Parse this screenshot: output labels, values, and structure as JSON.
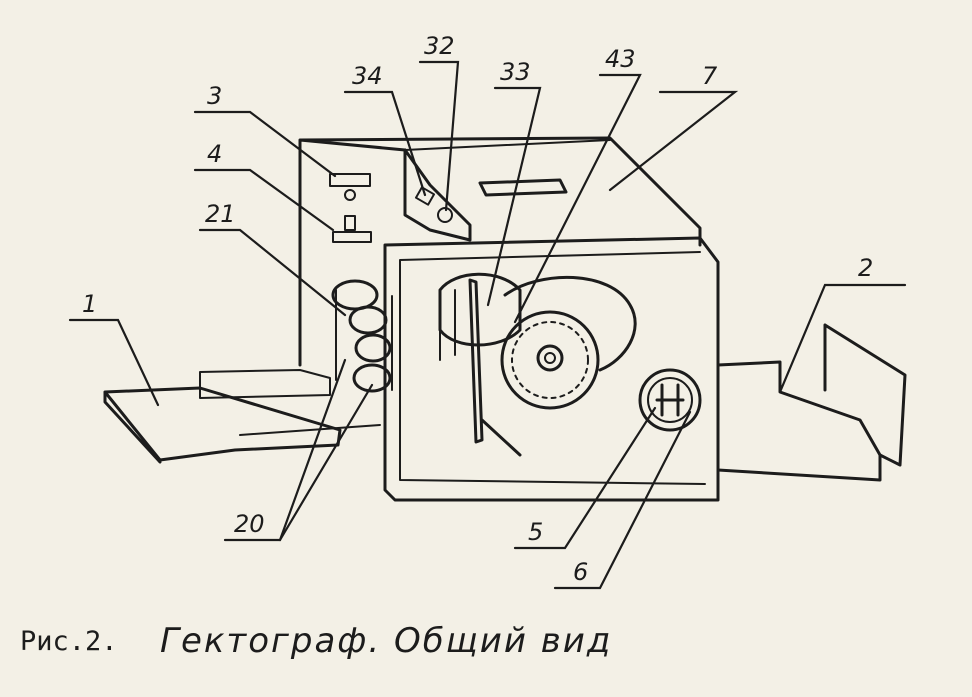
{
  "figure": {
    "caption_number": "Рис.2.",
    "caption_title": "Гектограф. Общий вид",
    "callouts": {
      "c1": "1",
      "c2": "2",
      "c3": "3",
      "c4": "4",
      "c5": "5",
      "c6": "6",
      "c7": "7",
      "c20": "20",
      "c21": "21",
      "c32": "32",
      "c33": "33",
      "c34": "34",
      "c43": "43"
    }
  }
}
